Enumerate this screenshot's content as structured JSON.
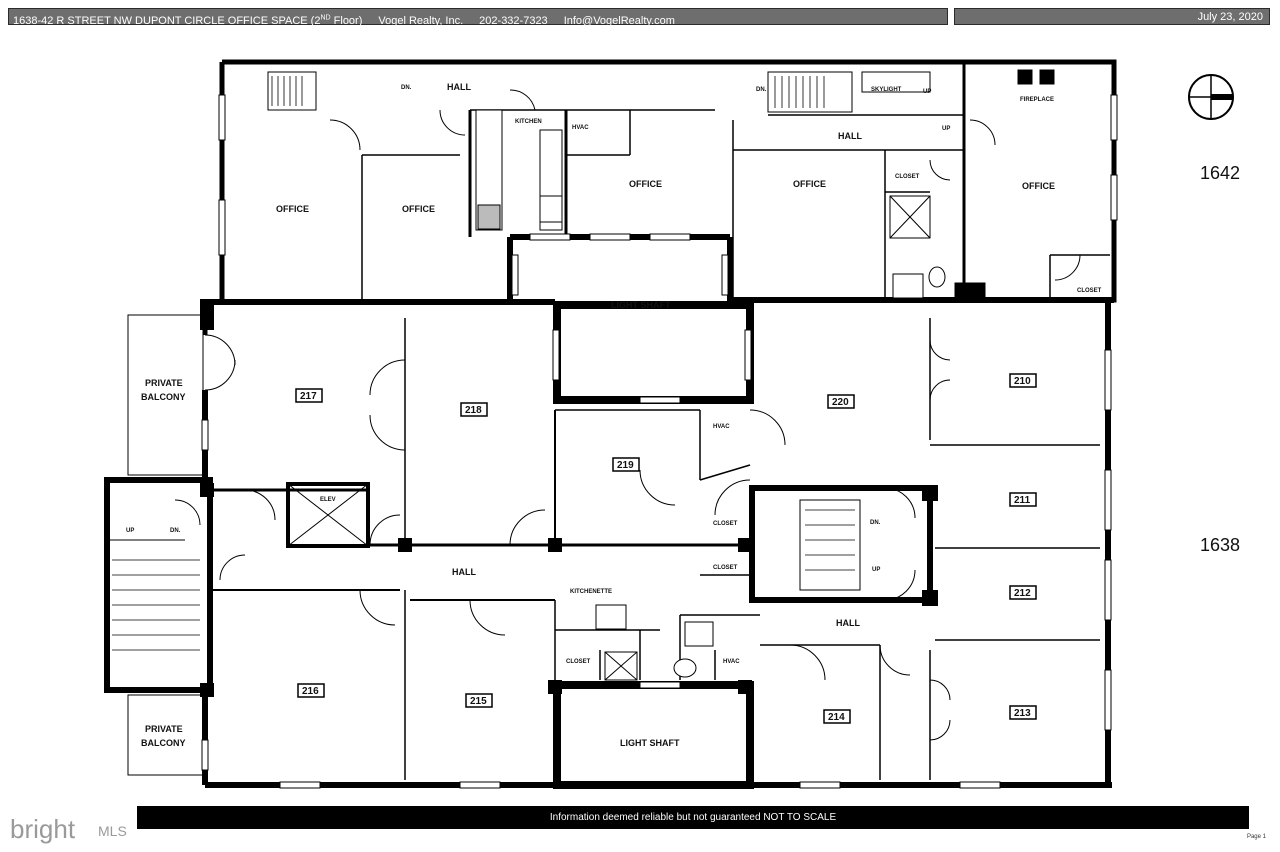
{
  "header": {
    "address": "1638-42 R STREET NW DUPONT CIRCLE OFFICE SPACE (2",
    "floor_sup": "ND",
    "floor_suffix": " Floor)",
    "company": "Vogel Realty, Inc.",
    "phone": "202-332-7323",
    "email": "Info@VogelRealty.com",
    "date": "July 23, 2020"
  },
  "footer": {
    "disclaimer": "Information deemed reliable but not guaranteed  NOT TO SCALE",
    "page": "Page 1"
  },
  "logo": {
    "text": "bright",
    "suffix": "MLS"
  },
  "buildings": {
    "upper": "1642",
    "lower": "1638"
  },
  "labels": {
    "hall": "HALL",
    "dn": "DN.",
    "up": "UP",
    "kitchen": "KITCHEN",
    "hvac": "HVAC",
    "office": "OFFICE",
    "skylight": "SKYLIGHT",
    "fireplace": "FIREPLACE",
    "closet": "CLOSET",
    "light_shaft": "LIGHT SHAFT",
    "private": "PRIVATE",
    "balcony": "BALCONY",
    "elev": "ELEV",
    "kitchenette": "KITCHENETTE"
  },
  "rooms": [
    "217",
    "218",
    "219",
    "220",
    "210",
    "211",
    "212",
    "213",
    "214",
    "215",
    "216"
  ]
}
